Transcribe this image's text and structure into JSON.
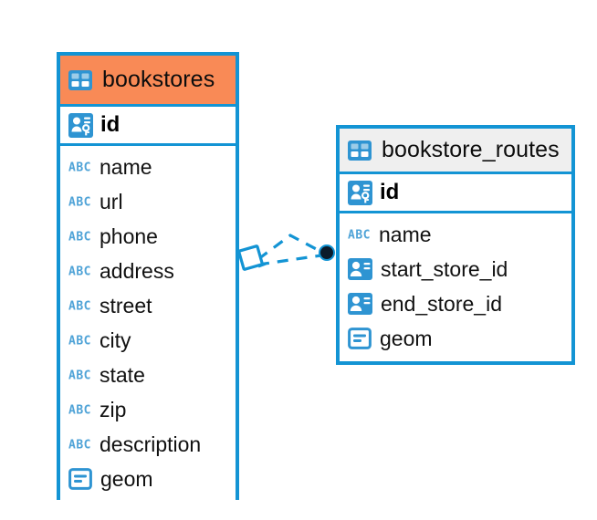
{
  "diagram": {
    "type": "entity-relationship-diagram",
    "colors": {
      "border_blue": "#1394D4",
      "header_orange": "#F98A56",
      "header_grey": "#EFEFEF",
      "icon_blue": "#2E94D2",
      "connector_blue": "#1394D4",
      "endpoint_dark": "#0B1B2B",
      "text": "#111111"
    },
    "entities": [
      {
        "name": "bookstores",
        "header_style": "orange",
        "table_icon": "table-icon",
        "primary_key": {
          "label": "id",
          "icon": "primary-key-icon"
        },
        "columns": [
          {
            "label": "name",
            "icon": "abc-text-icon"
          },
          {
            "label": "url",
            "icon": "abc-text-icon"
          },
          {
            "label": "phone",
            "icon": "abc-text-icon"
          },
          {
            "label": "address",
            "icon": "abc-text-icon"
          },
          {
            "label": "street",
            "icon": "abc-text-icon"
          },
          {
            "label": "city",
            "icon": "abc-text-icon"
          },
          {
            "label": "state",
            "icon": "abc-text-icon"
          },
          {
            "label": "zip",
            "icon": "abc-text-icon"
          },
          {
            "label": "description",
            "icon": "abc-text-icon"
          },
          {
            "label": "geom",
            "icon": "geometry-icon"
          }
        ]
      },
      {
        "name": "bookstore_routes",
        "header_style": "grey",
        "table_icon": "table-icon",
        "primary_key": {
          "label": "id",
          "icon": "primary-key-icon"
        },
        "columns": [
          {
            "label": "name",
            "icon": "abc-text-icon"
          },
          {
            "label": "start_store_id",
            "icon": "foreign-key-icon"
          },
          {
            "label": "end_store_id",
            "icon": "foreign-key-icon"
          },
          {
            "label": "geom",
            "icon": "geometry-icon"
          }
        ]
      }
    ],
    "relationship": {
      "style": "dashed",
      "source_marker": "crows-foot-diamond",
      "target_marker": "filled-circle",
      "branches": 2
    }
  }
}
